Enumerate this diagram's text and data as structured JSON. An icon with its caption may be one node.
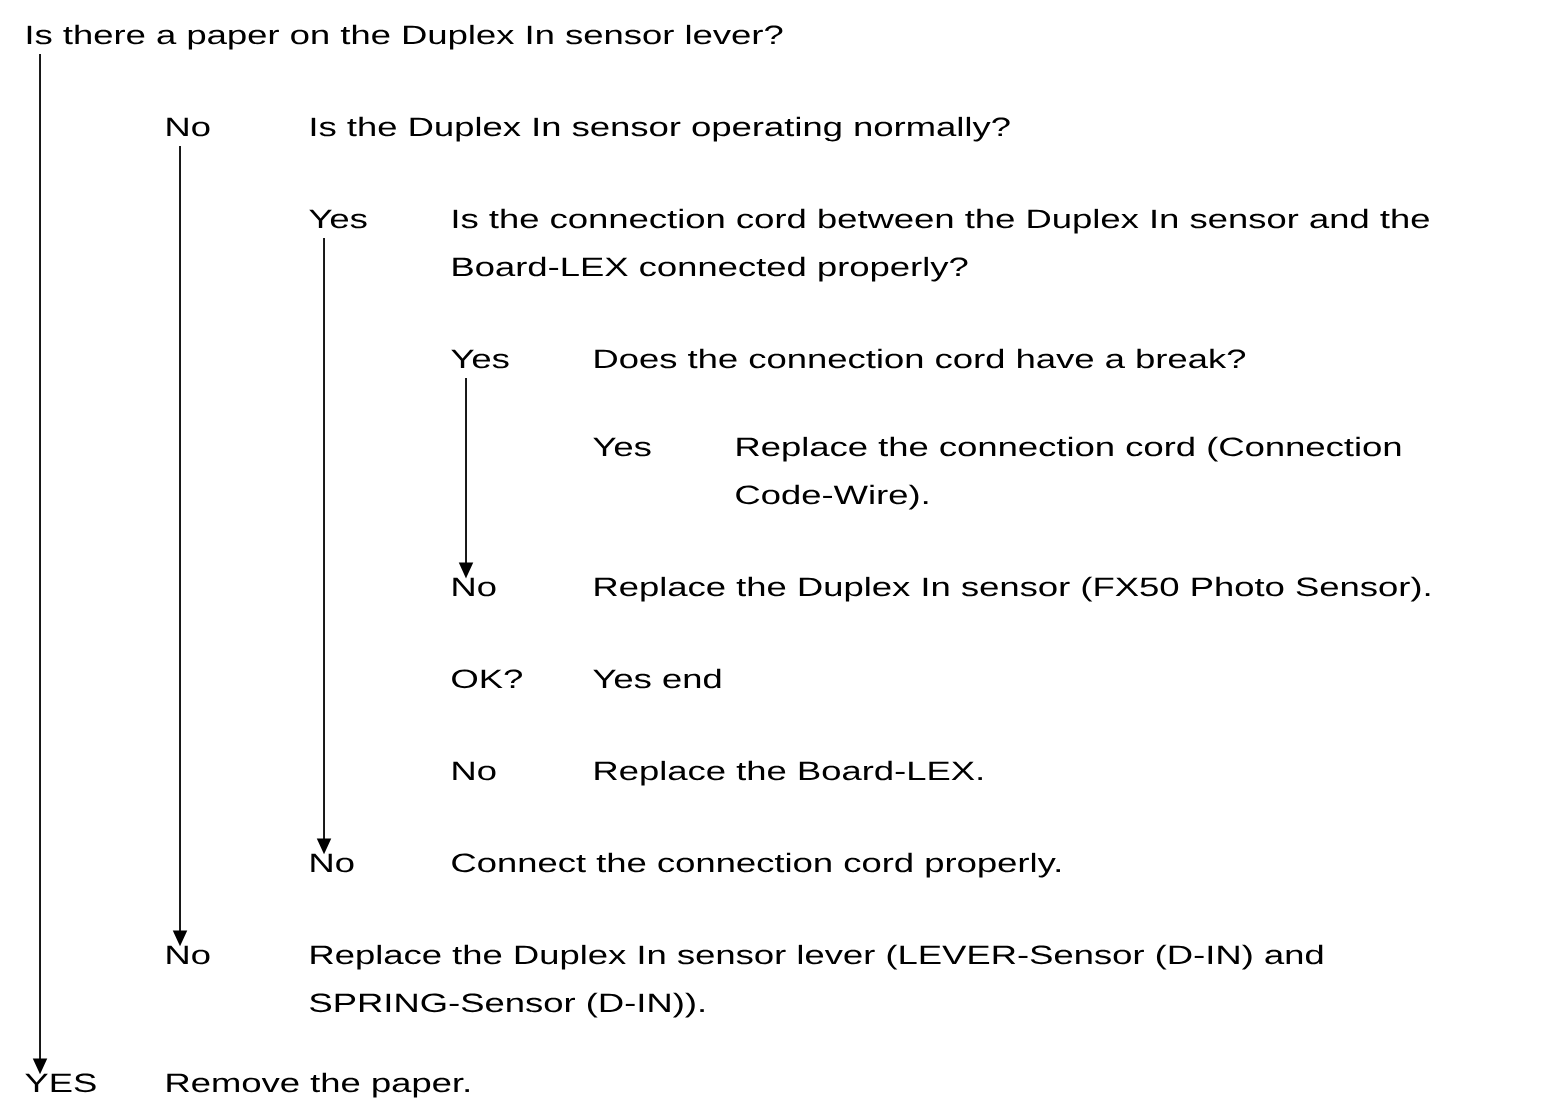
{
  "diagram": {
    "nodes": [
      {
        "text": [
          "Is there a paper on the Duplex In sensor lever?"
        ]
      },
      {
        "text": [
          "No",
          "Is the Duplex In sensor operating normally?"
        ]
      },
      {
        "text": [
          "Yes",
          "Is the connection cord between the Duplex In sensor and the Board-LEX connected properly?"
        ]
      },
      {
        "text": [
          "Yes",
          "Does the connection cord have a break?"
        ]
      },
      {
        "text": [
          "Yes",
          "Replace the connection cord (Connection Code-Wire)."
        ]
      },
      {
        "text": [
          "No",
          "Replace the Duplex In sensor (FX50 Photo Sensor)."
        ]
      },
      {
        "text": [
          "OK?",
          "Yes end"
        ]
      },
      {
        "text": [
          "No",
          "Replace the Board-LEX."
        ]
      },
      {
        "text": [
          "No",
          "Connect the connection cord properly."
        ]
      },
      {
        "text": [
          "No",
          "Replace the Duplex In sensor lever (LEVER-Sensor (D-IN) and SPRING-Sensor (D-IN))."
        ]
      },
      {
        "text": [
          "YES",
          "Remove the paper."
        ]
      }
    ],
    "edges": [
      {
        "from": 0,
        "to": 10,
        "arrow": "to"
      },
      {
        "from": 1,
        "to": 9,
        "arrow": "to"
      },
      {
        "from": 2,
        "to": 8,
        "arrow": "to"
      },
      {
        "from": 3,
        "to": 5,
        "arrow": "to"
      }
    ]
  }
}
